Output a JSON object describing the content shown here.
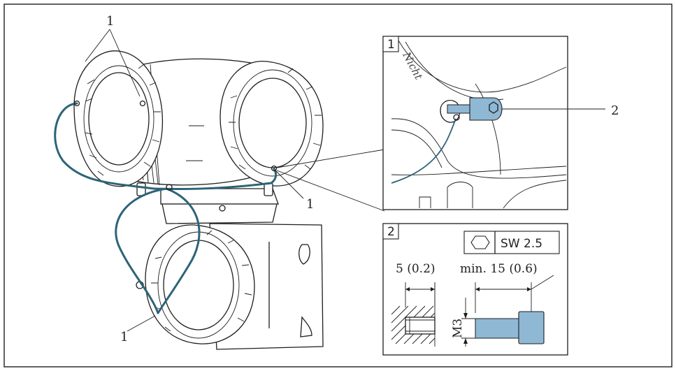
{
  "callouts": {
    "c1_top": "1",
    "c1_right": "1",
    "c1_bottom": "1",
    "c2": "2"
  },
  "detail_1": {
    "tag": "1",
    "engraving": "Nicht"
  },
  "detail_2": {
    "tag": "2",
    "wrench_size": "SW 2.5",
    "depth": "5 (0.2)",
    "length": "min. 15 (0.6)",
    "thread": "M3"
  },
  "colors": {
    "cable": "#2d6477",
    "screw": "#8fb8d4",
    "ink": "#1e1e1e"
  }
}
